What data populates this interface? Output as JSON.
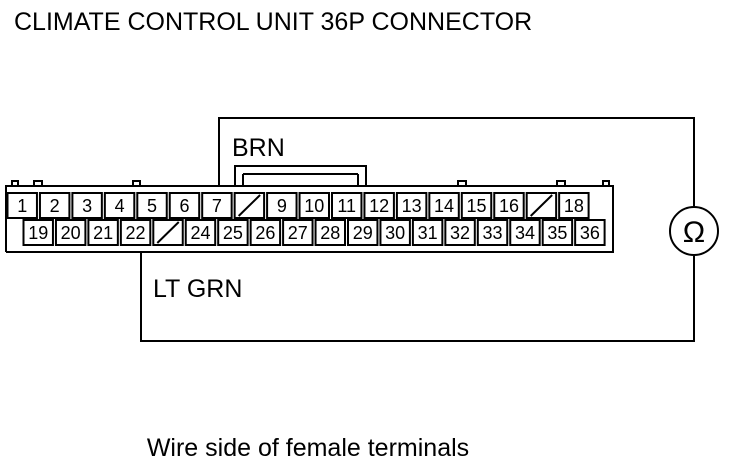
{
  "title": "CLIMATE CONTROL UNIT 36P CONNECTOR",
  "wires": {
    "top": "BRN",
    "bottom": "LT GRN"
  },
  "meter_symbol": "Ω",
  "caption": "Wire side of female terminals",
  "connector": {
    "row_top": [
      "1",
      "2",
      "3",
      "4",
      "5",
      "6",
      "7",
      "",
      "9",
      "10",
      "11",
      "12",
      "13",
      "14",
      "15",
      "16",
      "",
      "18"
    ],
    "row_bottom": [
      "",
      "19",
      "20",
      "21",
      "22",
      "",
      "24",
      "25",
      "26",
      "27",
      "28",
      "29",
      "30",
      "31",
      "32",
      "33",
      "34",
      "35",
      "36"
    ]
  }
}
